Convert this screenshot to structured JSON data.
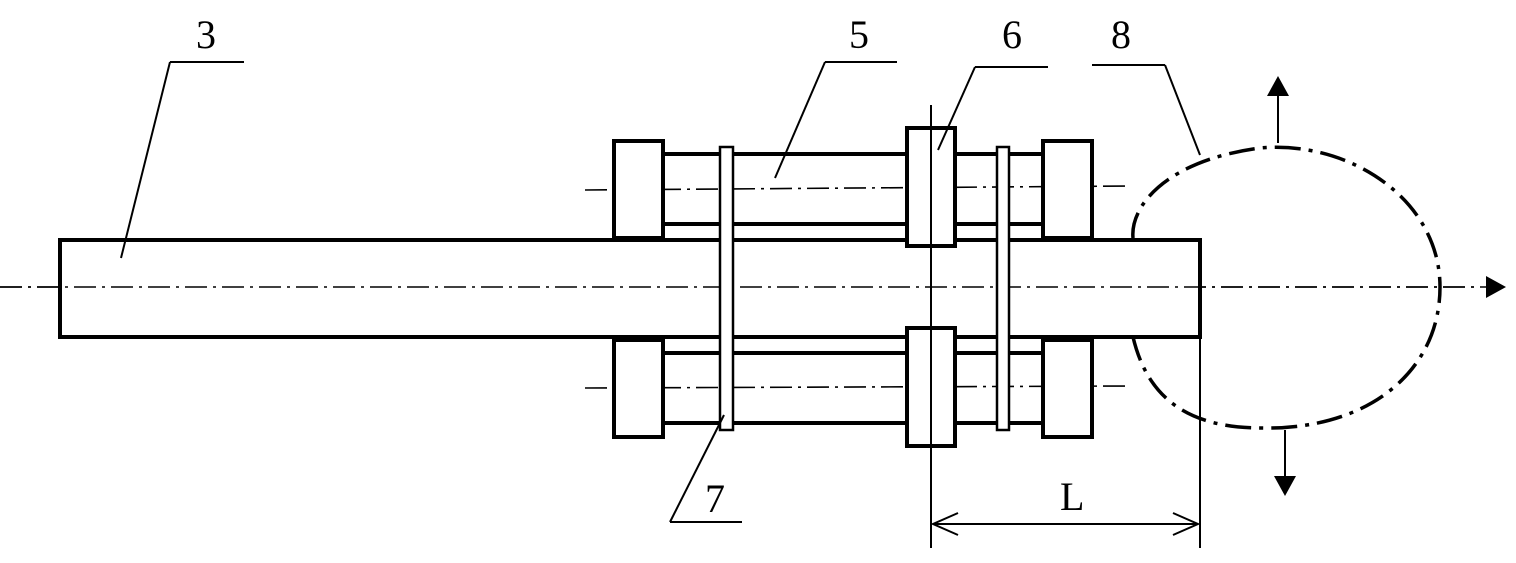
{
  "labels": {
    "part3": "3",
    "part5": "5",
    "part6": "6",
    "part7": "7",
    "part8": "8",
    "dimension_L": "L"
  }
}
